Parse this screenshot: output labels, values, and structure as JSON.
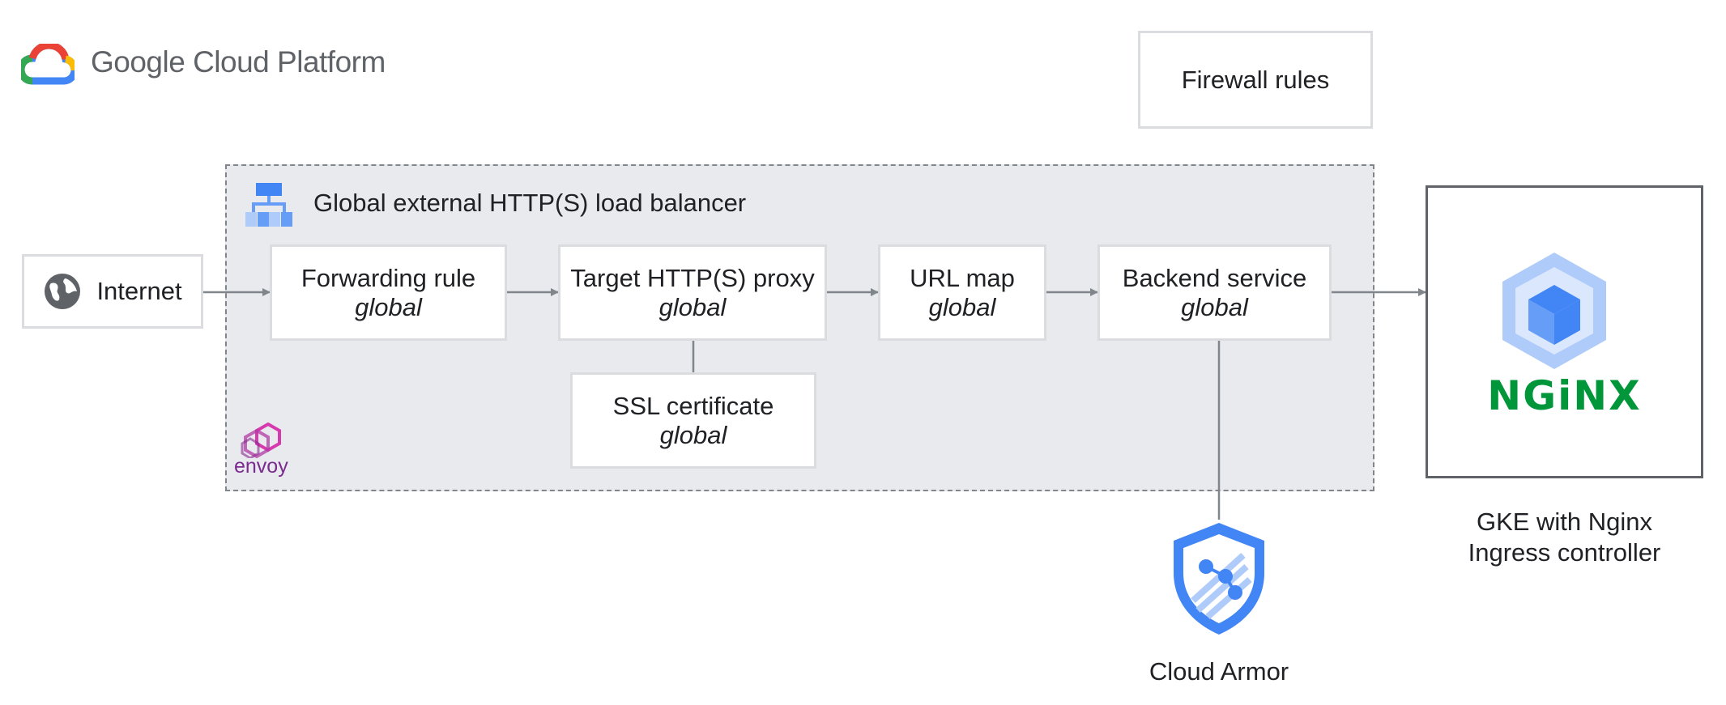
{
  "platform": {
    "logo_text": "Google Cloud Platform"
  },
  "firewall": {
    "label": "Firewall rules"
  },
  "load_balancer": {
    "title": "Global external HTTP(S) load balancer",
    "envoy_label": "envoy"
  },
  "internet": {
    "label": "Internet"
  },
  "forwarding_rule": {
    "title": "Forwarding rule",
    "scope": "global"
  },
  "target_proxy": {
    "title": "Target HTTP(S) proxy",
    "scope": "global"
  },
  "url_map": {
    "title": "URL map",
    "scope": "global"
  },
  "backend_service": {
    "title": "Backend service",
    "scope": "global"
  },
  "ssl_certificate": {
    "title": "SSL certificate",
    "scope": "global"
  },
  "gke": {
    "nginx_logo": "NGiNX",
    "caption_line1": "GKE with Nginx",
    "caption_line2": "Ingress controller"
  },
  "cloud_armor": {
    "label": "Cloud Armor"
  },
  "colors": {
    "google_blue": "#4285f4",
    "google_red": "#ea4335",
    "google_yellow": "#fbbc04",
    "google_green": "#34a853",
    "nginx_green": "#009639",
    "envoy_magenta": "#d63aae",
    "envoy_purple": "#8a2a8f",
    "region_fill": "#e8eaed",
    "box_border": "#dadce0",
    "connector": "#80868b"
  },
  "icons": [
    "gcp-cloud-logo-icon",
    "load-balancer-icon",
    "globe-icon",
    "envoy-logo-icon",
    "gke-cube-icon",
    "cloud-armor-shield-icon"
  ]
}
